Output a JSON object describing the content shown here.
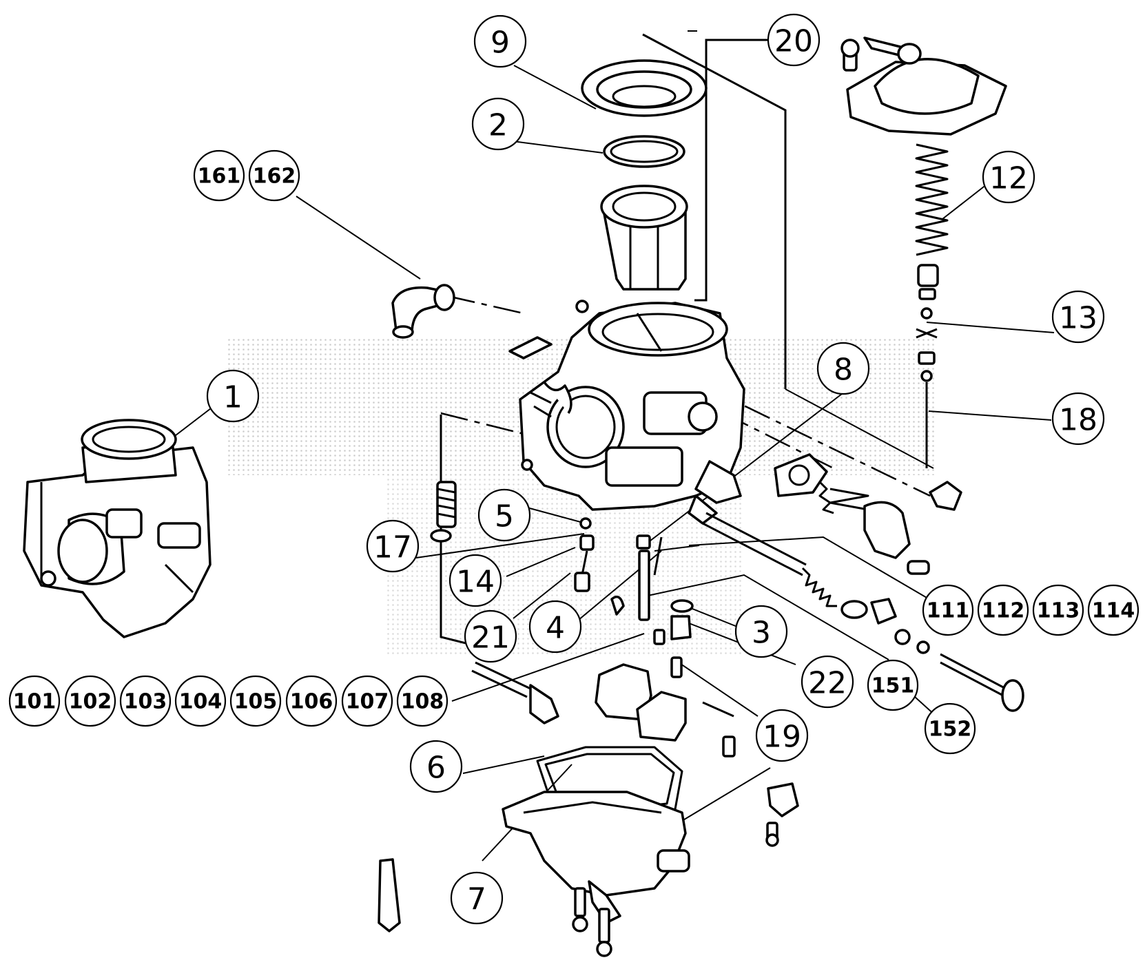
{
  "callouts": [
    {
      "id": "c1",
      "label": "1"
    },
    {
      "id": "c2",
      "label": "2"
    },
    {
      "id": "c3",
      "label": "3"
    },
    {
      "id": "c4",
      "label": "4"
    },
    {
      "id": "c5",
      "label": "5"
    },
    {
      "id": "c6",
      "label": "6"
    },
    {
      "id": "c7",
      "label": "7"
    },
    {
      "id": "c8",
      "label": "8"
    },
    {
      "id": "c9",
      "label": "9"
    },
    {
      "id": "c12",
      "label": "12"
    },
    {
      "id": "c13",
      "label": "13"
    },
    {
      "id": "c14",
      "label": "14"
    },
    {
      "id": "c17",
      "label": "17"
    },
    {
      "id": "c18",
      "label": "18"
    },
    {
      "id": "c19",
      "label": "19"
    },
    {
      "id": "c20",
      "label": "20"
    },
    {
      "id": "c21",
      "label": "21"
    },
    {
      "id": "c22",
      "label": "22"
    },
    {
      "id": "c101",
      "label": "101"
    },
    {
      "id": "c102",
      "label": "102"
    },
    {
      "id": "c103",
      "label": "103"
    },
    {
      "id": "c104",
      "label": "104"
    },
    {
      "id": "c105",
      "label": "105"
    },
    {
      "id": "c106",
      "label": "106"
    },
    {
      "id": "c107",
      "label": "107"
    },
    {
      "id": "c108",
      "label": "108"
    },
    {
      "id": "c111",
      "label": "111"
    },
    {
      "id": "c112",
      "label": "112"
    },
    {
      "id": "c113",
      "label": "113"
    },
    {
      "id": "c114",
      "label": "114"
    },
    {
      "id": "c151",
      "label": "151"
    },
    {
      "id": "c152",
      "label": "152"
    },
    {
      "id": "c161",
      "label": "161"
    },
    {
      "id": "c162",
      "label": "162"
    }
  ],
  "colors": {
    "line": "#000000",
    "background": "#ffffff",
    "watermark_dots": "#bdbdbd"
  }
}
